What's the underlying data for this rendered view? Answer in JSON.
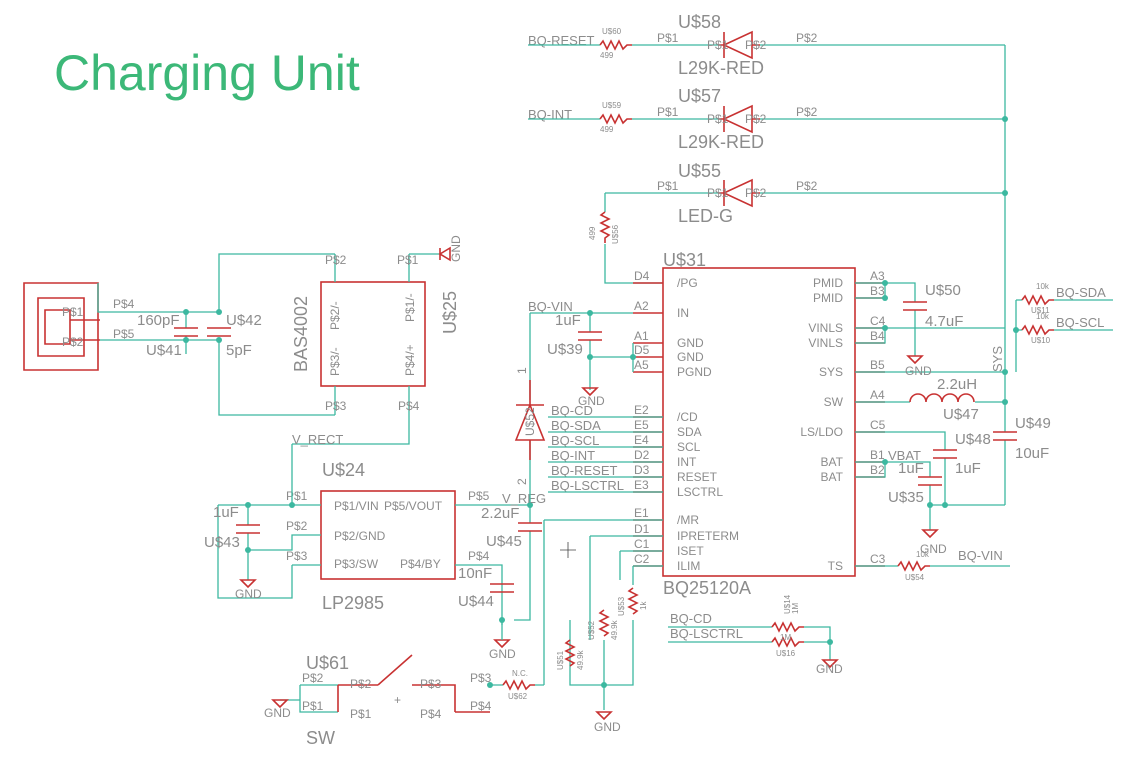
{
  "title": "Charging Unit",
  "chip": {
    "ref": "U$31",
    "value": "BQ25120A"
  },
  "chip_left_pins": [
    {
      "num": "D4",
      "name": "/PG"
    },
    {
      "num": "A2",
      "name": "IN"
    },
    {
      "num": "A1",
      "name": "GND"
    },
    {
      "num": "D5",
      "name": "GND"
    },
    {
      "num": "A5",
      "name": "PGND"
    },
    {
      "num": "E2",
      "name": "/CD"
    },
    {
      "num": "E5",
      "name": "SDA"
    },
    {
      "num": "E4",
      "name": "SCL"
    },
    {
      "num": "D2",
      "name": "INT"
    },
    {
      "num": "D3",
      "name": "RESET"
    },
    {
      "num": "E3",
      "name": "LSCTRL"
    },
    {
      "num": "E1",
      "name": "/MR"
    },
    {
      "num": "D1",
      "name": "IPRETERM"
    },
    {
      "num": "C1",
      "name": "ISET"
    },
    {
      "num": "C2",
      "name": "ILIM"
    }
  ],
  "chip_right_pins": [
    {
      "num": "A3",
      "name": "PMID"
    },
    {
      "num": "B3",
      "name": "PMID"
    },
    {
      "num": "C4",
      "name": "VINLS"
    },
    {
      "num": "B4",
      "name": "VINLS"
    },
    {
      "num": "B5",
      "name": "SYS"
    },
    {
      "num": "A4",
      "name": "SW"
    },
    {
      "num": "C5",
      "name": "LS/LDO"
    },
    {
      "num": "B1",
      "name": "BAT"
    },
    {
      "num": "B2",
      "name": "BAT"
    },
    {
      "num": "C3",
      "name": "TS"
    }
  ],
  "leds": [
    {
      "ref": "U$58",
      "value": "L29K-RED",
      "res": "U$60",
      "rval": "499",
      "net": "BQ-RESET",
      "p1": "P$1",
      "p2": "P$2"
    },
    {
      "ref": "U$57",
      "value": "L29K-RED",
      "res": "U$59",
      "rval": "499",
      "net": "BQ-INT",
      "p1": "P$1",
      "p2": "P$2"
    },
    {
      "ref": "U$55",
      "value": "LED-G",
      "res": "U$56",
      "rval": "499",
      "net": "",
      "p1": "P$1",
      "p2": "P$2"
    }
  ],
  "rectifier": {
    "ref": "U$25",
    "value": "BAS4002",
    "pins": [
      "P$1",
      "P$2/-",
      "P$1/-",
      "P$3/-",
      "P$4/+",
      "P$3",
      "P$4",
      "P$2"
    ]
  },
  "coil": {
    "ref_cap1": "U$41",
    "val_cap1": "160pF",
    "ref_cap2": "U$42",
    "val_cap2": "5pF",
    "pin_a": "P$4",
    "pin_b": "P$5",
    "pin_1": "P$1",
    "pin_2": "P$2"
  },
  "ldo": {
    "ref": "U$24",
    "value": "LP2985",
    "pins": [
      "P$1/VIN",
      "P$5/VOUT",
      "P$2/GND",
      "P$3/SW",
      "P$4/BY"
    ],
    "outer_pins": [
      "P$1",
      "P$2",
      "P$3",
      "P$5",
      "P$4"
    ]
  },
  "caps": {
    "u43": {
      "ref": "U$43",
      "val": "1uF"
    },
    "u45": {
      "ref": "U$45",
      "val": "2.2uF"
    },
    "u44": {
      "ref": "U$44",
      "val": "10nF"
    },
    "u39": {
      "ref": "U$39",
      "val": "1uF"
    },
    "u50": {
      "ref": "U$50",
      "val": "4.7uF"
    },
    "u48": {
      "ref": "U$48",
      "val": "1uF"
    },
    "u35": {
      "ref": "U$35",
      "val": "1uF"
    },
    "u49": {
      "ref": "U$49",
      "val": "10uF"
    }
  },
  "inductor": {
    "ref": "U$47",
    "val": "2.2uH"
  },
  "diode": {
    "ref": "U$52",
    "pin1": "1",
    "pin2": "2"
  },
  "pullups": [
    {
      "ref": "U$11",
      "val": "10k",
      "net": "BQ-SDA"
    },
    {
      "ref": "U$10",
      "val": "10k",
      "net": "BQ-SCL"
    }
  ],
  "bottom_res": [
    {
      "ref": "U$51",
      "val": "49.9k"
    },
    {
      "ref": "U$52",
      "val": "49.9k"
    },
    {
      "ref": "U$53",
      "val": "1k"
    }
  ],
  "cd_res": [
    {
      "ref": "U$14",
      "val": "1M",
      "net": "BQ-CD"
    },
    {
      "ref": "U$16",
      "val": "1M",
      "net": "BQ-LSCTRL"
    }
  ],
  "ts_res": {
    "ref": "U$54",
    "val": "10k",
    "net": "BQ-VIN"
  },
  "switch": {
    "ref": "U$61",
    "value": "SW",
    "pins": [
      "P$2",
      "P$1",
      "P$2",
      "P$1",
      "P$3",
      "P$4",
      "P$3",
      "P$4"
    ]
  },
  "nc_res": {
    "ref": "U$62",
    "val": "N.C."
  },
  "nets": {
    "gnd": "GND",
    "v_rect": "V_RECT",
    "v_reg": "V_REG",
    "bq_vin": "BQ-VIN",
    "bq_cd": "BQ-CD",
    "bq_sda": "BQ-SDA",
    "bq_scl": "BQ-SCL",
    "bq_int": "BQ-INT",
    "bq_reset": "BQ-RESET",
    "bq_lsctrl": "BQ-LSCTRL",
    "sys": "SYS",
    "vbat": "VBAT"
  }
}
